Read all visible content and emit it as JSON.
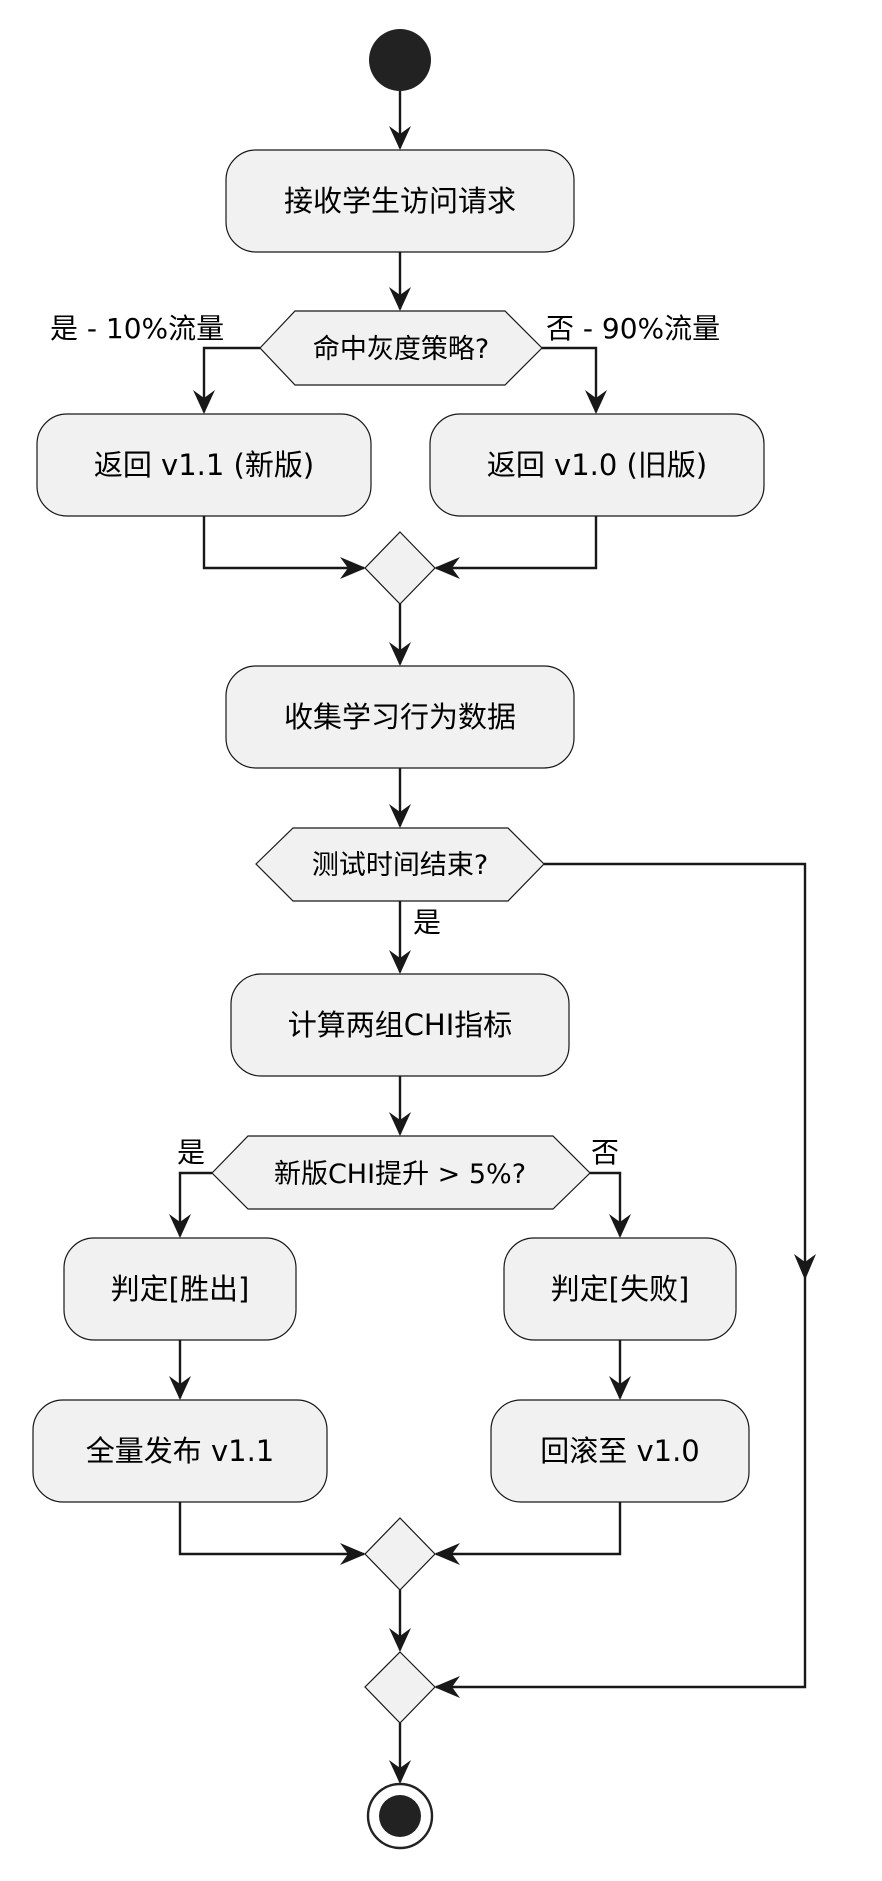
{
  "nodes": {
    "receive_request": "接收学生访问请求",
    "gray_decision": "命中灰度策略?",
    "return_new": "返回 v1.1 (新版)",
    "return_old": "返回 v1.0 (旧版)",
    "collect_data": "收集学习行为数据",
    "test_end_decision": "测试时间结束?",
    "compute_chi": "计算两组CHI指标",
    "chi_decision": "新版CHI提升 > 5%?",
    "judge_win": "判定[胜出]",
    "judge_fail": "判定[失败]",
    "release_full": "全量发布 v1.1",
    "rollback": "回滚至 v1.0"
  },
  "edge_labels": {
    "gray_yes": "是 - 10%流量",
    "gray_no": "否 - 90%流量",
    "test_yes": "是",
    "chi_yes": "是",
    "chi_no": "否"
  }
}
